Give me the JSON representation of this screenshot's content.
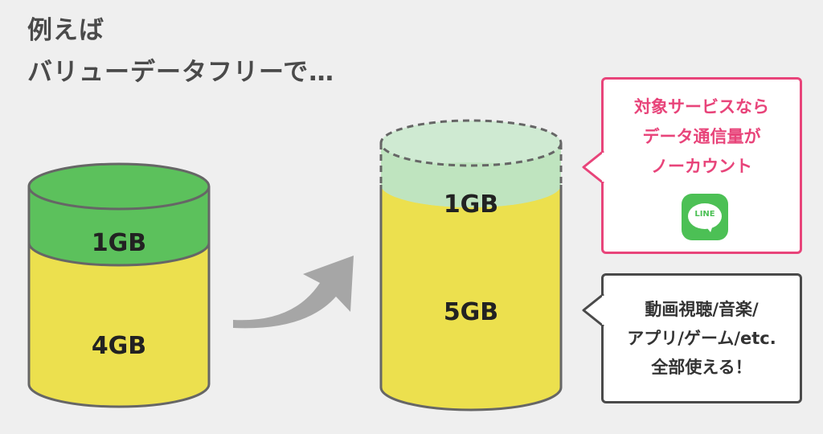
{
  "heading": {
    "line1": "例えば",
    "line2": "バリューデータフリーで…"
  },
  "left_cylinder": {
    "top_label": "1GB",
    "bottom_label": "4GB"
  },
  "right_cylinder": {
    "top_label": "1GB",
    "bottom_label": "5GB"
  },
  "callout_free": {
    "lines": [
      "対象サービスなら",
      "データ通信量が",
      "ノーカウント"
    ],
    "logo_text": "LINE"
  },
  "callout_usage": {
    "lines": [
      "動画視聴/音楽/",
      "アプリ/ゲーム/etc.",
      "全部使える！"
    ]
  },
  "colors": {
    "yellow": "#ece04e",
    "green": "#5cc15c",
    "light_green": "#bfe4bf",
    "outline": "#666666",
    "pink": "#e8447a",
    "line_green": "#4cc055"
  }
}
